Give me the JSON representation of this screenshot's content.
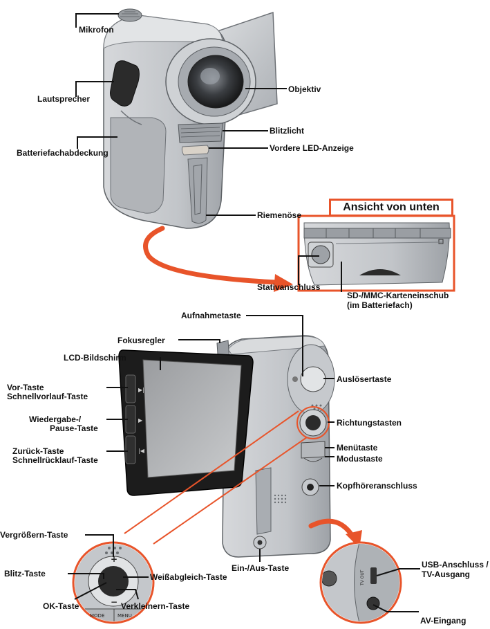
{
  "title": "Ansicht von unten",
  "labels": {
    "mikrofon": "Mikrofon",
    "lautsprecher": "Lautsprecher",
    "batteriefach": "Batteriefachabdeckung",
    "objektiv": "Objektiv",
    "blitzlicht": "Blitzlicht",
    "led": "Vordere LED-Anzeige",
    "riemen": "Riemenöse",
    "stativ": "Stativanschluss",
    "sd1": "SD-/MMC-Karteneinschub",
    "sd2": "(im Batteriefach)",
    "aufnahme": "Aufnahmetaste",
    "fokus": "Fokusregler",
    "lcd": "LCD-Bildschirm",
    "vor1": "Vor-Taste",
    "vor2": "Schnellvorlauf-Taste",
    "wieder1": "Wiedergabe-/",
    "wieder2": "Pause-Taste",
    "zurueck1": "Zurück-Taste",
    "zurueck2": "Schnellrücklauf-Taste",
    "ausloeser": "Auslösertaste",
    "richtung": "Richtungstasten",
    "menue": "Menütaste",
    "modus": "Modustaste",
    "kopfhoerer": "Kopfhöreranschluss",
    "vergroessern": "Vergrößern-Taste",
    "blitz": "Blitz-Taste",
    "weiss": "Weißabgleich-Taste",
    "ok": "OK-Taste",
    "verkleinern": "Verkleinern-Taste",
    "einaus": "Ein-/Aus-Taste",
    "usb1": "USB-Anschluss /",
    "usb2": "TV-Ausgang",
    "av": "AV-Eingang"
  },
  "button_text": {
    "mode": "MODE",
    "menu": "MENU",
    "plus": "+",
    "minus": "−",
    "tvout": "TV OUT"
  },
  "colors": {
    "accent": "#e8542a",
    "body": "#b9bcc0",
    "dark": "#2b2b2b"
  }
}
